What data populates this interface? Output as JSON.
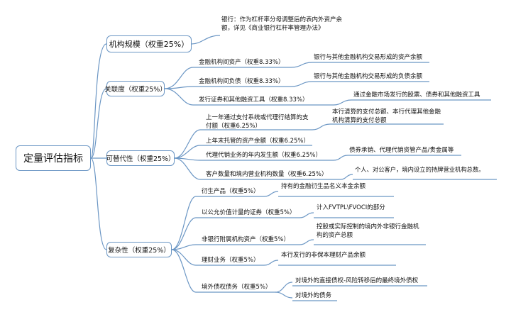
{
  "root": "定量评估指标",
  "branches": [
    {
      "label": "机构规模（权重25%）",
      "note": "银行：作为杠杆率分母调整后的表内外资产余额，详见《商业银行杠杆率管理办法》"
    },
    {
      "label": "关联度（权重25%）",
      "items": [
        {
          "label": "金融机构间资产（权重8.33%）",
          "desc": "银行与其他金融机构交易形成的资产余额"
        },
        {
          "label": "金融机构间负债（权重8.33%）",
          "desc": "银行与其他金融机构交易形成的负债余额"
        },
        {
          "label": "发行证券和其他融资工具（权重8.33%）",
          "desc": "通过金融市场发行的股票、债券和其他融资工具"
        }
      ]
    },
    {
      "label": "可替代性（权重25%）",
      "items": [
        {
          "label": "上一年通过支付系统或代理行结算的支付额（权重6.25%）",
          "desc": "本行清算的支付总额、本行代理其他金融机构清算的支付总额"
        },
        {
          "label": "上年末托管的资产余额（权重6.25%）",
          "desc": ""
        },
        {
          "label": "代理代销业务的年内发生额（权重6.25%）",
          "desc": "债券承销、代理代销资管产品/贵金属等"
        },
        {
          "label": "客户数量和境内营业机构数量（权重6.25%）",
          "desc": "个人、对公客户，境内设立的持牌营业机构总数。"
        }
      ]
    },
    {
      "label": "复杂性（权重25%）",
      "items": [
        {
          "label": "衍生产品（权重5%）",
          "desc": "持有的金融衍生品名义本金余额"
        },
        {
          "label": "以公允价值计量的证券（权重5%）",
          "desc": "计入FVTPL\\FVOCI的部分"
        },
        {
          "label": "非银行附属机构资产（权重5%）",
          "desc": "控股或实际控制的境内外非银行金融机构的资产总额"
        },
        {
          "label": "理财业务（权重5%）",
          "desc": "本行发行的非保本理财产品余额"
        },
        {
          "label": "境外债权债务（权重5%）",
          "desc": "对境外的直接债权-风险转移后的最终境外债权",
          "desc2": "对境外的债务"
        }
      ]
    }
  ],
  "colors": {
    "line": "#6b96c4",
    "box_border": "#6b96c4",
    "text": "#111111"
  }
}
